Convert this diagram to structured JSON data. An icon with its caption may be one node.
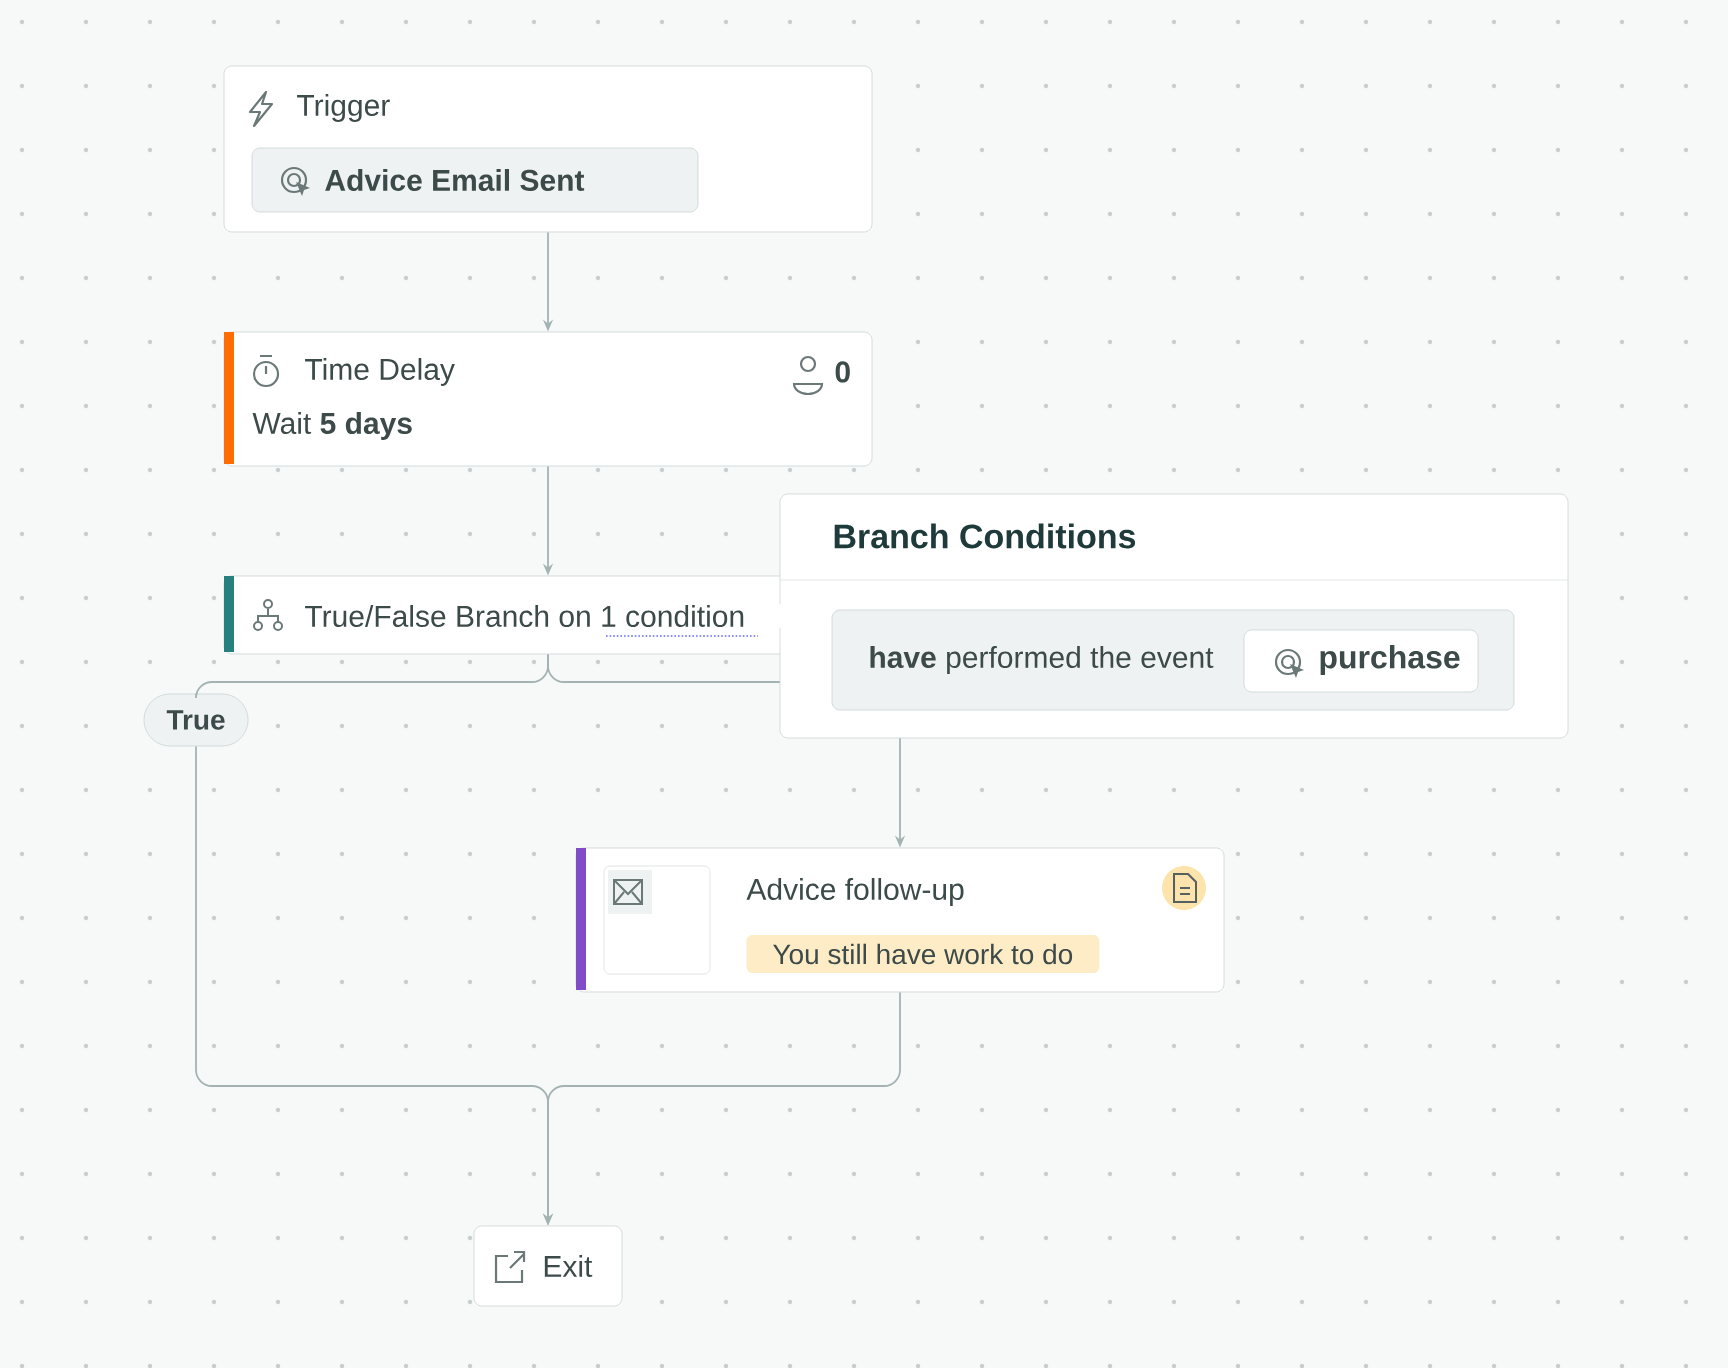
{
  "diagram": {
    "nodes": [
      {
        "text": [
          "Trigger"
        ]
      },
      {
        "text": [
          "Advice Email Sent"
        ],
        "in": 0
      },
      {
        "text": [
          "Time Delay",
          "0",
          "Wait **5 days**"
        ]
      },
      {
        "text": [
          "True/False Branch on 1 condition"
        ]
      },
      {
        "text": [
          "True"
        ]
      },
      {
        "text": [
          "Branch Conditions"
        ]
      },
      {
        "text": [
          "**have** performed the event"
        ],
        "in": 5
      },
      {
        "text": [
          "purchase"
        ],
        "in": 6
      },
      {
        "text": [
          "Advice follow-up",
          "You still have work to do"
        ]
      },
      {
        "text": [
          "Exit"
        ]
      }
    ],
    "edges": [
      {
        "from": 0,
        "to": 2,
        "arrow": "to"
      },
      {
        "from": 2,
        "to": 3,
        "arrow": "to"
      },
      {
        "from": 3,
        "to": 4,
        "arrow": "none"
      },
      {
        "from": 3,
        "to": 8,
        "arrow": "to"
      },
      {
        "from": 4,
        "to": 9,
        "arrow": "to"
      },
      {
        "from": 8,
        "to": 9,
        "arrow": "to"
      }
    ]
  }
}
